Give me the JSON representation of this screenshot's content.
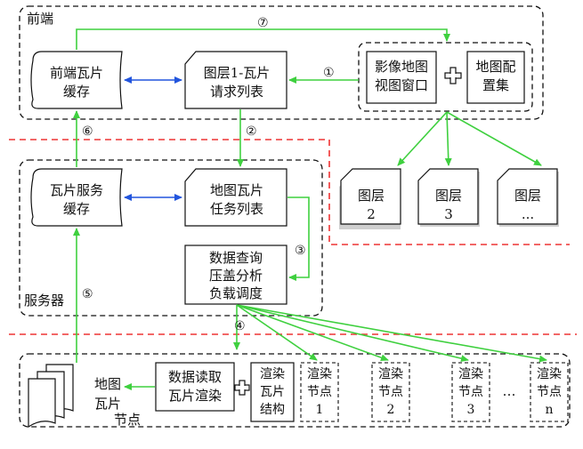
{
  "regions": {
    "frontend": "前端",
    "server": "服务器"
  },
  "frontend": {
    "tile_cache": [
      "前端瓦片",
      "缓存"
    ],
    "request_list": [
      "图层1-瓦片",
      "请求列表"
    ],
    "image_view": [
      "影像地图",
      "视图窗口"
    ],
    "map_config": [
      "地图配",
      "置集"
    ]
  },
  "layers": [
    {
      "line1": "图层",
      "line2": "2"
    },
    {
      "line1": "图层",
      "line2": "3"
    },
    {
      "line1": "图层",
      "line2": "..."
    }
  ],
  "server": {
    "tile_cache": [
      "瓦片服务",
      "缓存"
    ],
    "task_list": [
      "地图瓦片",
      "任务列表"
    ],
    "query": [
      "数据查询",
      "压盖分析",
      "负载调度"
    ]
  },
  "node": {
    "tiles_label": [
      "地图",
      "瓦片"
    ],
    "node_label": "节点",
    "read_render": [
      "数据读取",
      "瓦片渲染"
    ],
    "render_struct": [
      "渲染",
      "瓦片",
      "结构"
    ]
  },
  "render_nodes": [
    {
      "line1": "渲染",
      "line2": "节点",
      "line3": "1"
    },
    {
      "line1": "渲染",
      "line2": "节点",
      "line3": "2"
    },
    {
      "line1": "渲染",
      "line2": "节点",
      "line3": "3"
    },
    {
      "line1": "渲染",
      "line2": "节点",
      "line3": "n"
    }
  ],
  "ellipsis": "…",
  "steps": {
    "s1": "①",
    "s2": "②",
    "s3": "③",
    "s4": "④",
    "s5": "⑤",
    "s6": "⑥",
    "s7": "⑦"
  },
  "colors": {
    "flow": "#3fd03f",
    "sync": "#2255dd",
    "divider": "#ee3333"
  }
}
